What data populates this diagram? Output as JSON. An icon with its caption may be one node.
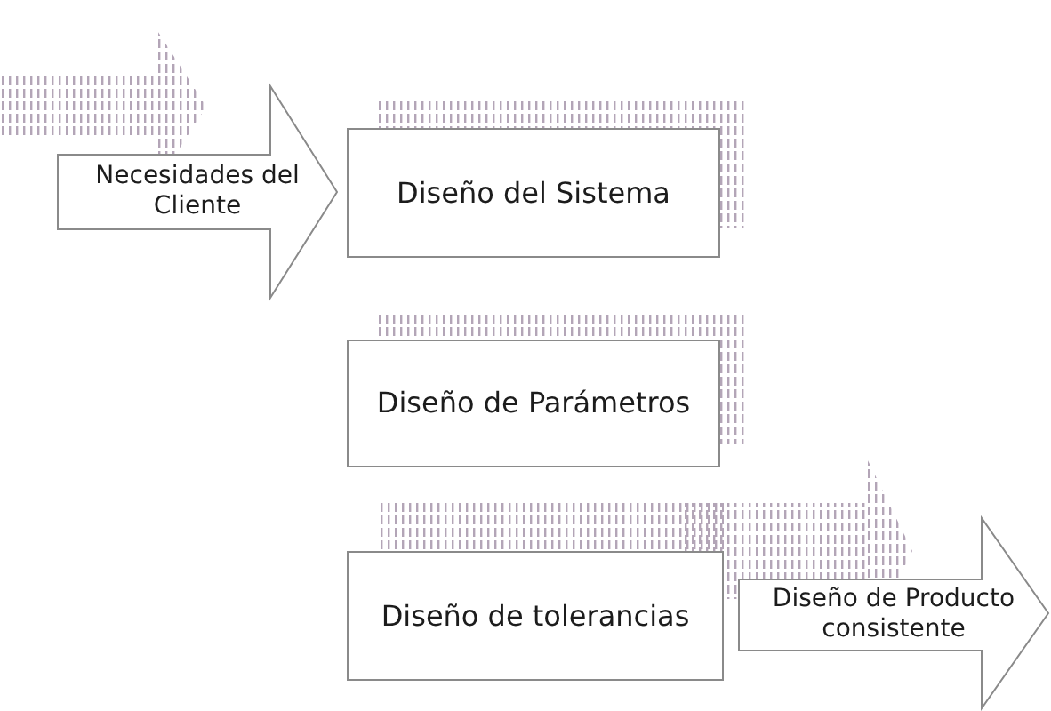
{
  "diagram": {
    "nodes": [
      {
        "text": [
          "Necesidades del Cliente"
        ]
      },
      {
        "text": [
          "Diseño del Sistema"
        ]
      },
      {
        "text": [
          "Diseño de Parámetros"
        ]
      },
      {
        "text": [
          "Diseño de tolerancias"
        ]
      },
      {
        "text": [
          "Diseño de Producto consistente"
        ]
      }
    ],
    "edges": [
      {
        "from": 3,
        "to": 4,
        "arrow": "to"
      }
    ]
  }
}
